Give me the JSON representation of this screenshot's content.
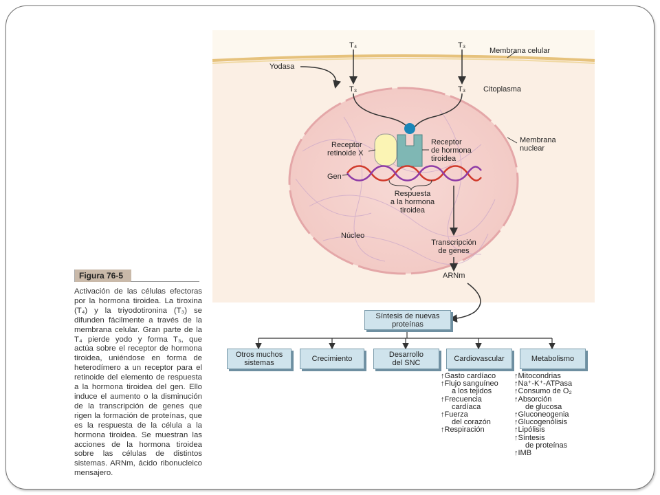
{
  "figure_label": "Figura 76-5",
  "caption": "Activación de las células efectoras por la hormona tiroidea. La tiroxina (T₄) y la triyodotironina (T₃) se difunden fácilmente a través de la membrana celular. Gran parte de la T₄ pierde yodo y forma T₃, que actúa sobre el receptor de hormona tiroidea, uniéndose en forma de heterodímero a un receptor para el retinoide del elemento de respuesta a la hormona tiroidea del gen. Ello induce el aumento o la disminución de la transcripción de genes que rigen la formación de proteínas, que es la respuesta de la célula a la hormona tiroidea. Se muestran las acciones de la hormona tiroidea sobre las células de distintos sistemas. ARNm, ácido ribonucleico mensajero.",
  "labels": {
    "t4": "T₄",
    "t3_top": "T₃",
    "t3_left": "T₃",
    "t3_right": "T₃",
    "yodasa": "Yodasa",
    "membrana_celular": "Membrana celular",
    "citoplasma": "Citoplasma",
    "membrana_nuclear_1": "Membrana",
    "membrana_nuclear_2": "nuclear",
    "receptor_retinoide_1": "Receptor",
    "receptor_retinoide_2": "retinoide X",
    "receptor_hormona_1": "Receptor",
    "receptor_hormona_2": "de hormona",
    "receptor_hormona_3": "tiroidea",
    "gen": "Gen",
    "respuesta_1": "Respuesta",
    "respuesta_2": "a la hormona",
    "respuesta_3": "tiroidea",
    "nucleo": "Núcleo",
    "transcripcion_1": "Transcripción",
    "transcripcion_2": "de genes",
    "arnm": "ARNm"
  },
  "sintesis_1": "Síntesis de nuevas",
  "sintesis_2": "proteínas",
  "systems": [
    {
      "line1": "Otros muchos",
      "line2": "sistemas"
    },
    {
      "line1": "Crecimiento",
      "line2": ""
    },
    {
      "line1": "Desarrollo",
      "line2": "del SNC"
    },
    {
      "line1": "Cardiovascular",
      "line2": ""
    },
    {
      "line1": "Metabolismo",
      "line2": ""
    }
  ],
  "cardiovascular_effects": [
    "↑Gasto cardíaco",
    "↑Flujo sanguíneo",
    "   a los tejidos",
    "↑Frecuencia",
    "   cardíaca",
    "↑Fuerza",
    "   del corazón",
    "↑Respiración"
  ],
  "metabolismo_effects": [
    "↑Mitocondrias",
    "↑Na⁺-K⁺-ATPasa",
    "↑Consumo de O₂",
    "↑Absorción",
    "   de glucosa",
    "↑Gluconeogenia",
    "↑Glucogenólisis",
    "↑Lipólisis",
    "↑Síntesis",
    "   de proteínas",
    "↑IMB"
  ]
}
